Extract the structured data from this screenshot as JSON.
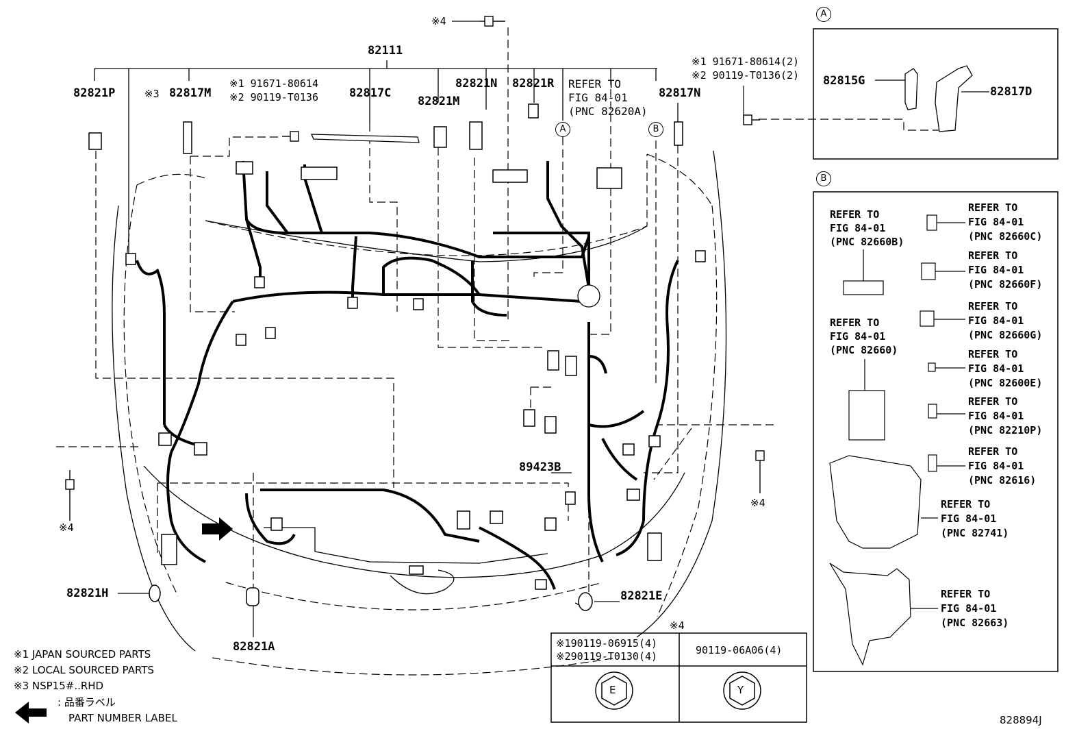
{
  "diagram_id": "828894J",
  "main_part": "82111",
  "parts": {
    "p82821P": "82821P",
    "p82817M": "82817M",
    "p82817C": "82817C",
    "p82821M": "82821M",
    "p82821N": "82821N",
    "p82821R": "82821R",
    "p82817N": "82817N",
    "p89423B": "89423B",
    "p82821H": "82821H",
    "p82821A": "82821A",
    "p82821E": "82821E",
    "p82815G": "82815G",
    "p82817D": "82817D"
  },
  "marks": {
    "m1": "※1",
    "m2": "※2",
    "m3": "※3",
    "m4": "※4"
  },
  "bolt_left": {
    "line1": "※1 91671-80614",
    "line2": "※2 90119-T0136"
  },
  "bolt_right": {
    "line1": "※1 91671-80614(2)",
    "line2": "※2 90119-T0136(2)"
  },
  "refer_top": {
    "line1": "REFER TO",
    "line2": "FIG 84-01",
    "line3": "(PNC 82620A)"
  },
  "callouts": {
    "a": "A",
    "b": "B"
  },
  "panel_b": {
    "r1": [
      "REFER TO",
      "FIG 84-01",
      "(PNC 82660B)"
    ],
    "r2": [
      "REFER TO",
      "FIG 84-01",
      "(PNC 82660)"
    ],
    "c1": [
      "REFER TO",
      "FIG 84-01",
      "(PNC 82660C)"
    ],
    "c2": [
      "REFER TO",
      "FIG 84-01",
      "(PNC 82660F)"
    ],
    "c3": [
      "REFER TO",
      "FIG 84-01",
      "(PNC 82660G)"
    ],
    "c4": [
      "REFER TO",
      "FIG 84-01",
      "(PNC 82600E)"
    ],
    "c5": [
      "REFER TO",
      "FIG 84-01",
      "(PNC 82210P)"
    ],
    "c6": [
      "REFER TO",
      "FIG 84-01",
      "(PNC 82616)"
    ],
    "c7": [
      "REFER TO",
      "FIG 84-01",
      "(PNC 82741)"
    ],
    "c8": [
      "REFER TO",
      "FIG 84-01",
      "(PNC 82663)"
    ]
  },
  "fastener_table": {
    "header_mark": "※4",
    "left_line1": "※190119-06915(4)",
    "left_line2": "※290119-T0130(4)",
    "right_line1": "90119-06A06(4)",
    "left_symbol": "E",
    "right_symbol": "Y"
  },
  "legend": {
    "l1": "※1 JAPAN SOURCED PARTS",
    "l2": "※2 LOCAL SOURCED PARTS",
    "l3": "※3 NSP15#..RHD",
    "l4a": ": 品番ラベル",
    "l4b": "PART NUMBER LABEL"
  }
}
